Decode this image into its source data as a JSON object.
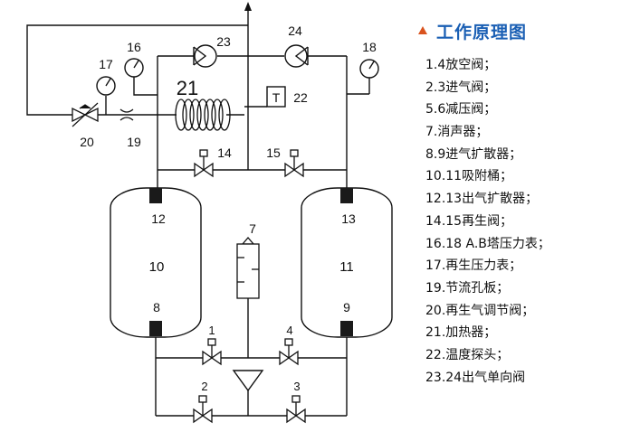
{
  "title": "工作原理图",
  "colors": {
    "title": "#1a5fb4",
    "marker": "#d9531e",
    "line": "#111111"
  },
  "legend": [
    "1.4放空阀；",
    "2.3进气阀；",
    "5.6减压阀；",
    "7.消声器；",
    "8.9进气扩散器；",
    "10.11吸附桶；",
    "12.13出气扩散器；",
    "14.15再生阀；",
    "16.18 A.B塔压力表；",
    "17.再生压力表；",
    "19.节流孔板；",
    "20.再生气调节阀；",
    "21.加热器；",
    "22.温度探头；",
    "23.24出气单向阀"
  ],
  "labels": {
    "n1": "1",
    "n2": "2",
    "n3": "3",
    "n4": "4",
    "n7": "7",
    "n8": "8",
    "n9": "9",
    "n10": "10",
    "n11": "11",
    "n12": "12",
    "n13": "13",
    "n14": "14",
    "n15": "15",
    "n16": "16",
    "n17": "17",
    "n18": "18",
    "n19": "19",
    "n20": "20",
    "n21": "21",
    "n22": "22",
    "n23": "23",
    "n24": "24",
    "probe": "T"
  }
}
